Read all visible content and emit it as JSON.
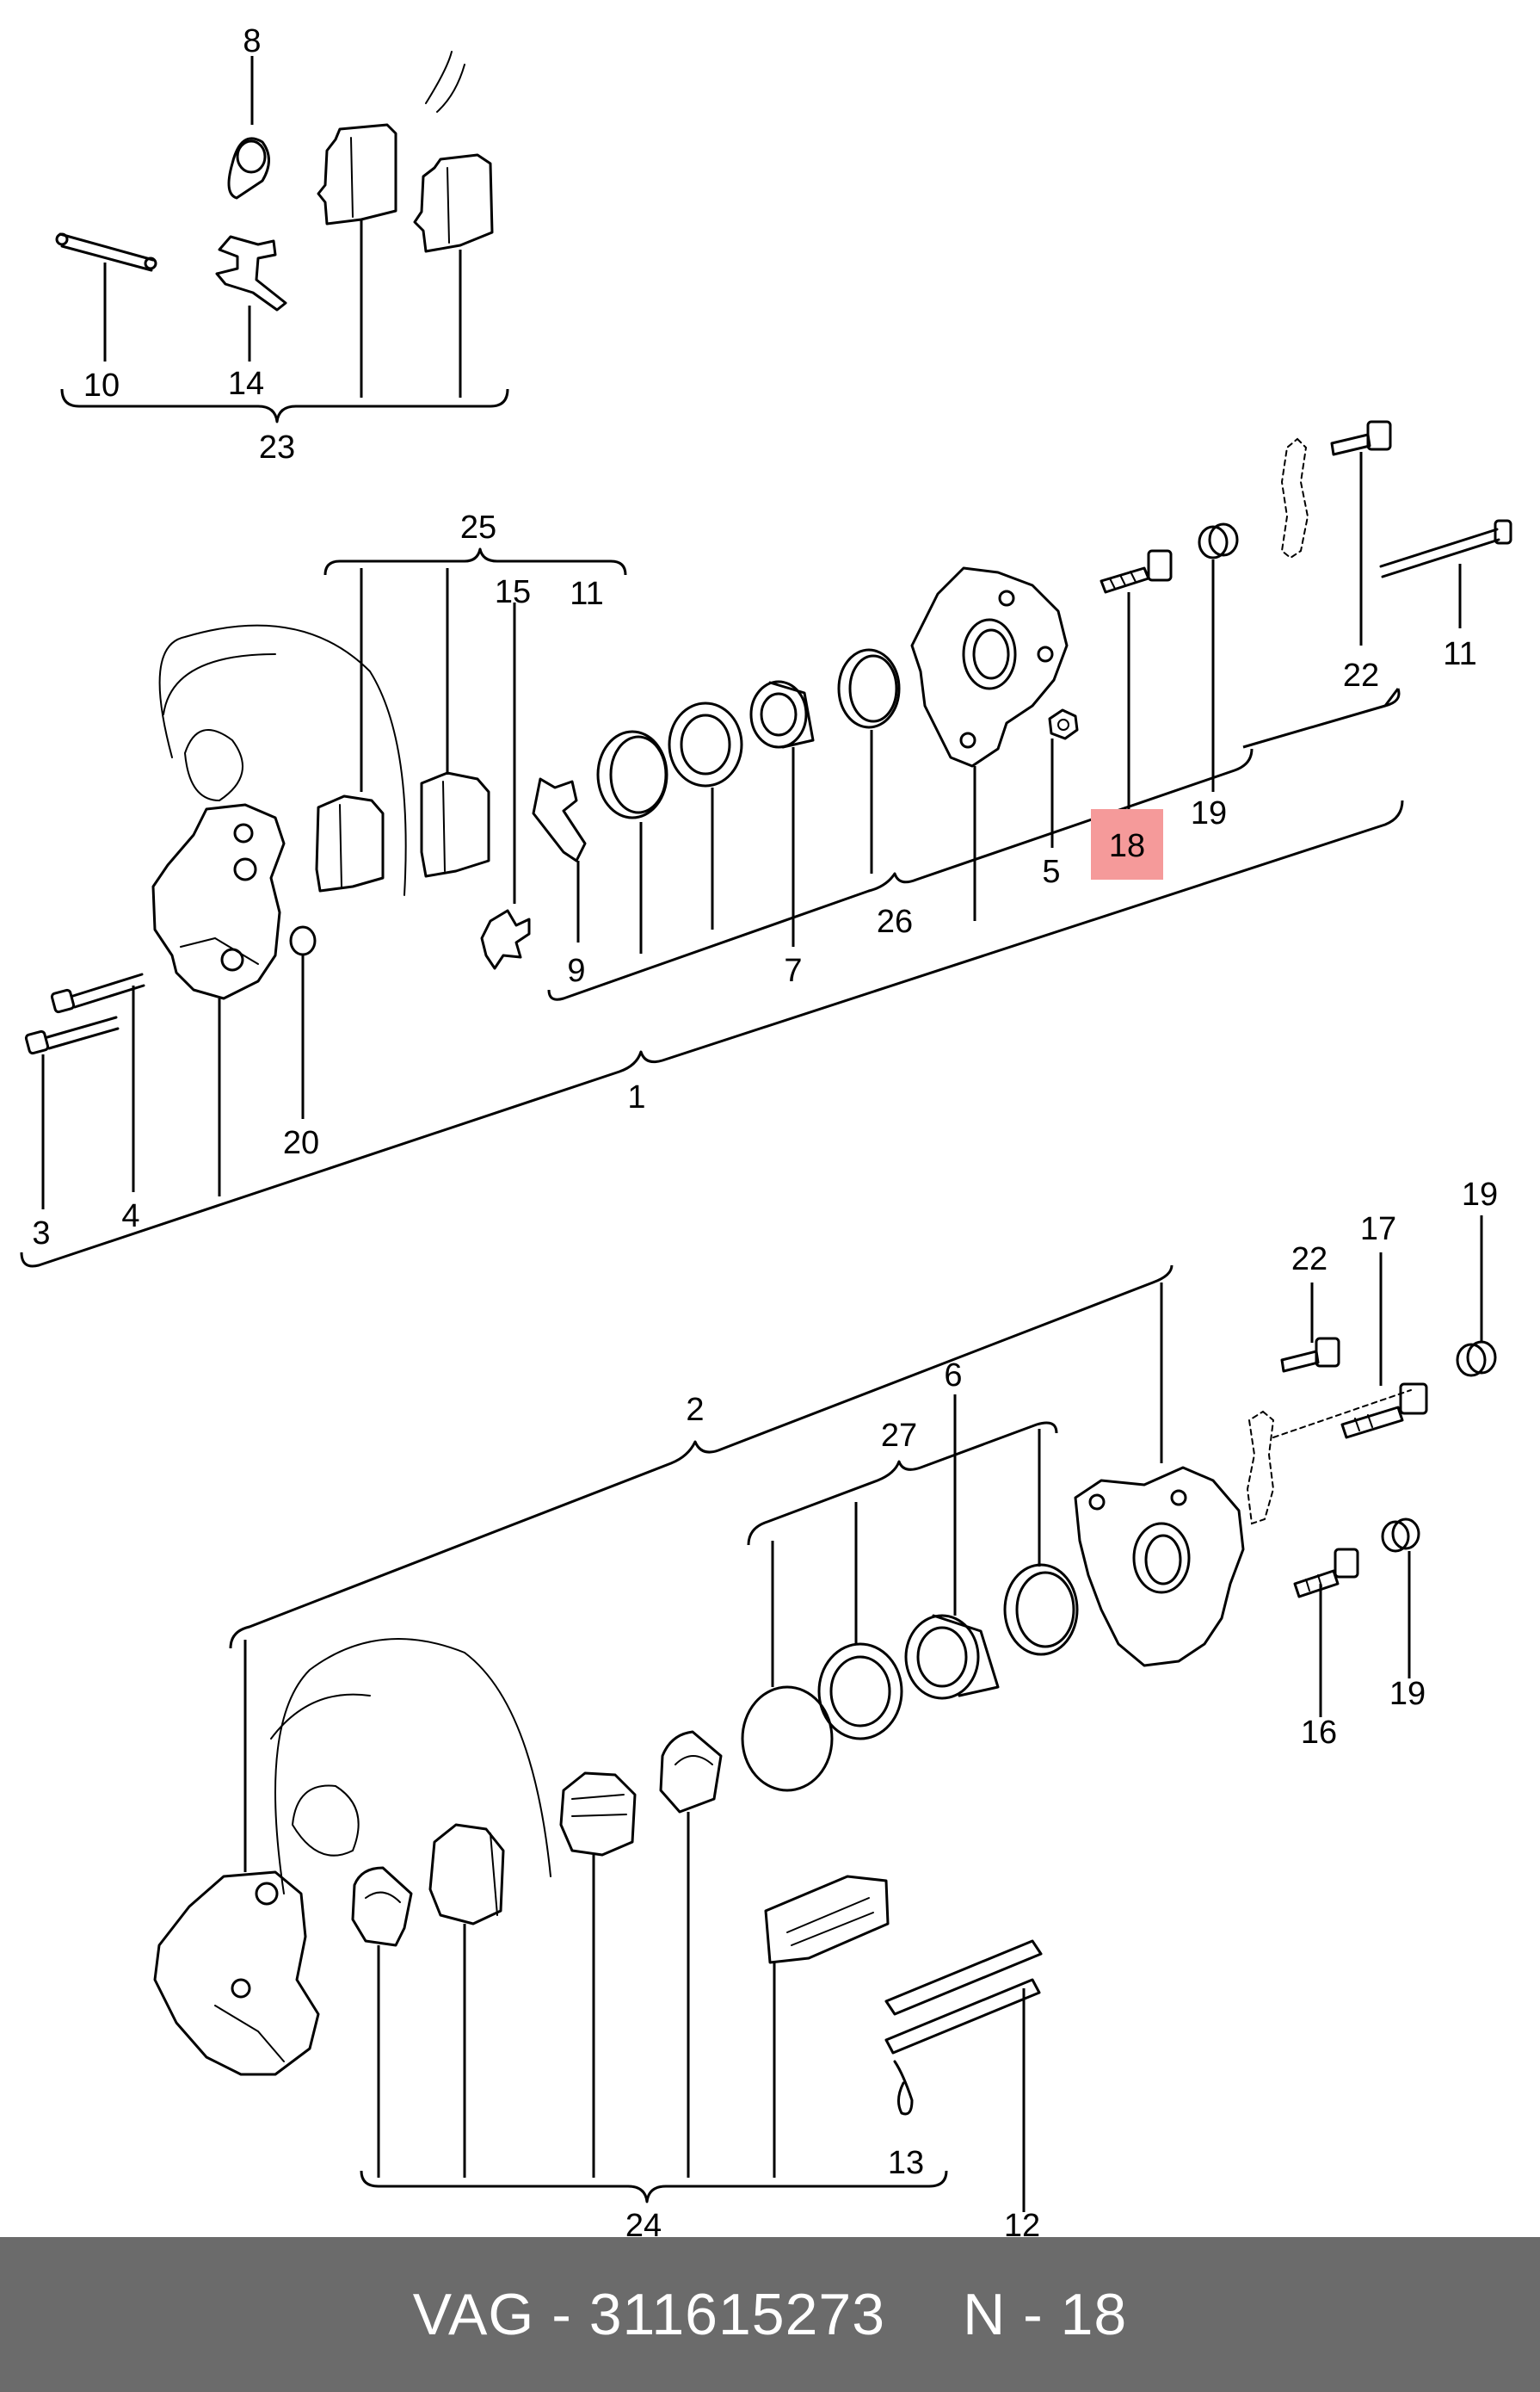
{
  "labels": {
    "l1": "1",
    "l2": "2",
    "l3": "3",
    "l4": "4",
    "l5": "5",
    "l6": "6",
    "l7": "7",
    "l8": "8",
    "l9": "9",
    "l10": "10",
    "l11a": "11",
    "l11b": "11",
    "l12": "12",
    "l13": "13",
    "l14": "14",
    "l15": "15",
    "l16": "16",
    "l17": "17",
    "l18": "18",
    "l19a": "19",
    "l19b": "19",
    "l19c": "19",
    "l20": "20",
    "l22a": "22",
    "l22b": "22",
    "l23": "23",
    "l24": "24",
    "l25": "25",
    "l26": "26",
    "l27": "27"
  },
  "highlight": {
    "part": "18",
    "color": "#f59a9a"
  },
  "footer": {
    "part_number": "VAG - 311615273",
    "position": "N - 18"
  }
}
